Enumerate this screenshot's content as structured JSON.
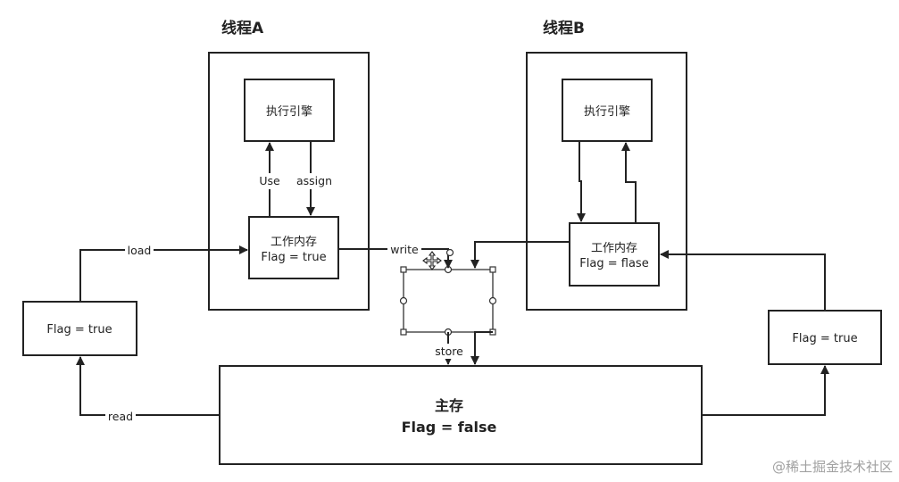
{
  "thread_a": {
    "title": "线程A",
    "engine": "执行引擎",
    "working_memory_title": "工作内存",
    "working_memory_flag": "Flag = true",
    "use_label": "Use",
    "assign_label": "assign"
  },
  "thread_b": {
    "title": "线程B",
    "engine": "执行引擎",
    "working_memory_title": "工作内存",
    "working_memory_flag": "Flag = flase"
  },
  "main_memory": {
    "title": "主存",
    "flag": "Flag = false"
  },
  "left_flag": "Flag = true",
  "right_flag": "Flag = true",
  "edge_labels": {
    "load": "load",
    "read": "read",
    "write": "write",
    "store": "store"
  },
  "watermark": "@稀土掘金技术社区",
  "colors": {
    "stroke": "#222222",
    "background": "#ffffff",
    "watermark": "#a0a0a0"
  }
}
